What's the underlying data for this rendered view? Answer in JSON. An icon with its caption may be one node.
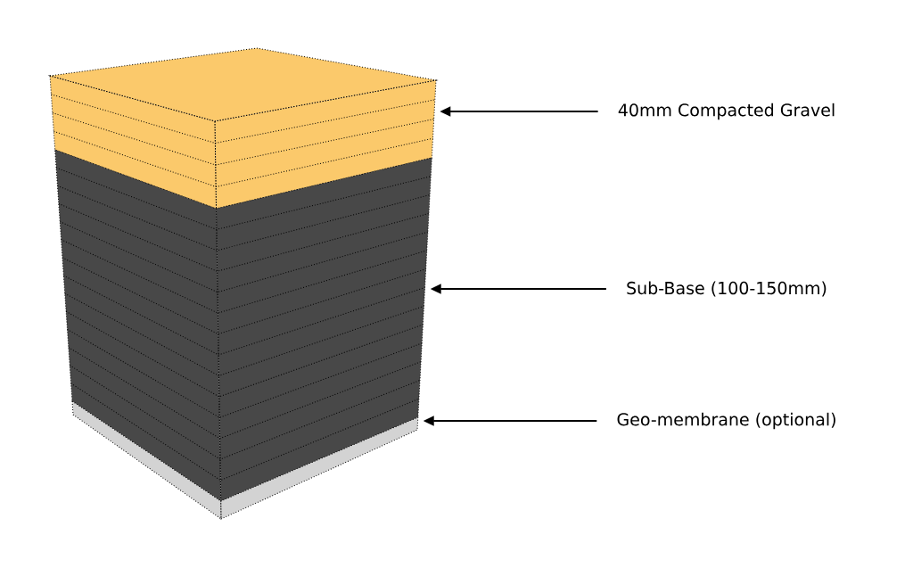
{
  "diagram": {
    "nodes": [
      {
        "text": [],
        "shape": "box"
      },
      {
        "text": [],
        "shape": "box"
      },
      {
        "text": [],
        "shape": "box"
      },
      {
        "text": [
          "40mm Compacted Gravel"
        ]
      },
      {
        "text": [
          "Sub-Base (100-150mm)"
        ]
      },
      {
        "text": [
          "Geo-membrane (optional)"
        ]
      }
    ],
    "edges": [
      {
        "from": 3,
        "to": 0,
        "arrow": "to"
      },
      {
        "from": 4,
        "to": 1,
        "arrow": "to"
      },
      {
        "from": 5,
        "to": 2,
        "arrow": "to"
      }
    ]
  }
}
